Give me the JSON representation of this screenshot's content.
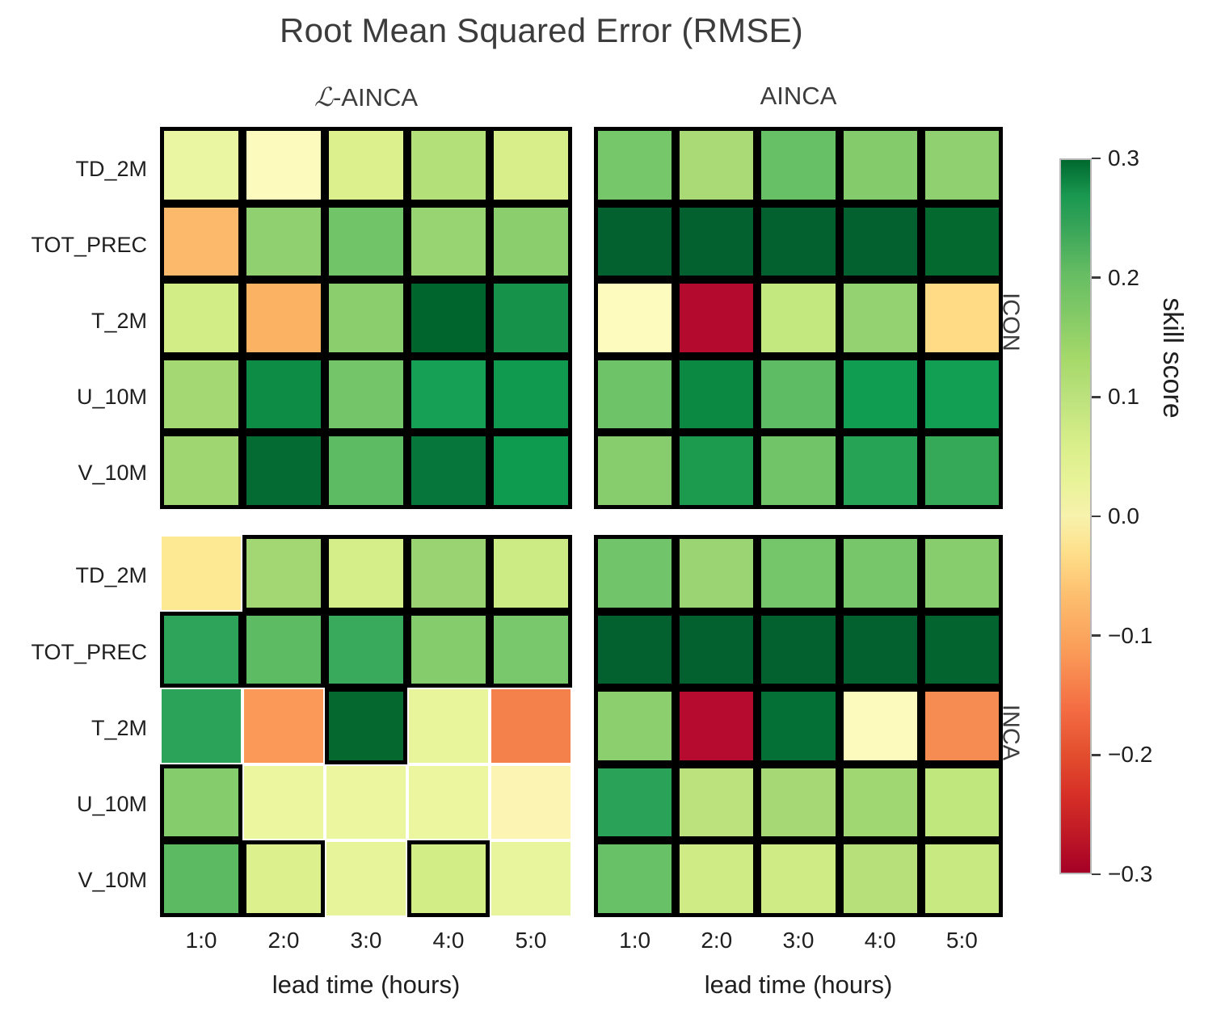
{
  "figure": {
    "suptitle": "Root Mean Squared Error (RMSE)",
    "background": "#ffffff"
  },
  "column_titles": [
    {
      "prefix_script": "ℒ",
      "label": "-AINCA",
      "full": "ℒ-AINCA"
    },
    {
      "prefix_script": "",
      "label": "AINCA",
      "full": "AINCA"
    }
  ],
  "row_group_labels": [
    "ICON",
    "INCA"
  ],
  "axes": {
    "xlabel": "lead time (hours)",
    "xticklabels": [
      "1:0",
      "2:0",
      "3:0",
      "4:0",
      "5:0"
    ],
    "yticklabels": [
      "TD_2M",
      "TOT_PREC",
      "T_2M",
      "U_10M",
      "V_10M"
    ]
  },
  "colorbar": {
    "label": "skill score",
    "ticklabels": [
      "0.3",
      "0.2",
      "0.1",
      "0.0",
      "−0.1",
      "−0.2",
      "−0.3"
    ],
    "tickvalues": [
      0.3,
      0.2,
      0.1,
      0.0,
      -0.1,
      -0.2,
      -0.3
    ],
    "vmin": -0.3,
    "vmax": 0.3,
    "cmap": "RdYlGn",
    "low_color": "#a50026",
    "mid_color": "#ffffbf",
    "high_color": "#006837"
  },
  "chart_data": {
    "type": "heatmap",
    "title": "Root Mean Squared Error (RMSE)",
    "xlabel": "lead time (hours)",
    "ylabel": "",
    "x": [
      "1:0",
      "2:0",
      "3:0",
      "4:0",
      "5:0"
    ],
    "y": [
      "TD_2M",
      "TOT_PREC",
      "T_2M",
      "U_10M",
      "V_10M"
    ],
    "colorbar_label": "skill score",
    "zlim": [
      -0.3,
      0.3
    ],
    "cmap": "RdYlGn",
    "grid": false,
    "legend": "colorbar-right",
    "note": "significance marked by thick black cell outline; non-significant cells have thin white outline",
    "panels": [
      {
        "row_group": "ICON",
        "column_title": "ℒ-AINCA",
        "values": [
          [
            0.05,
            0.025,
            0.065,
            0.115,
            0.07
          ],
          [
            -0.105,
            0.135,
            0.16,
            0.13,
            0.14
          ],
          [
            0.075,
            -0.1,
            0.14,
            0.295,
            0.235
          ],
          [
            0.12,
            0.24,
            0.15,
            0.215,
            0.23
          ],
          [
            0.125,
            0.28,
            0.165,
            0.265,
            0.24
          ]
        ],
        "significant": [
          [
            true,
            true,
            true,
            true,
            true
          ],
          [
            true,
            true,
            true,
            true,
            true
          ],
          [
            true,
            true,
            true,
            true,
            true
          ],
          [
            true,
            true,
            true,
            true,
            true
          ],
          [
            true,
            true,
            true,
            true,
            true
          ]
        ],
        "colors": [
          [
            "#eaf6a2",
            "#fcfbbd",
            "#ddf08e",
            "#b4e07a",
            "#d7ee8a"
          ],
          [
            "#fdb96b",
            "#90d070",
            "#72c469",
            "#99d472",
            "#8ace6d"
          ],
          [
            "#d2ec86",
            "#fcb263",
            "#8ace6d",
            "#00652c",
            "#16924a"
          ],
          [
            "#a3d873",
            "#0d8c45",
            "#74c56a",
            "#15a055",
            "#0f9a4f"
          ],
          [
            "#a0d672",
            "#046c33",
            "#5cbb63",
            "#06763a",
            "#0e9a4f"
          ]
        ]
      },
      {
        "row_group": "ICON",
        "column_title": "AINCA",
        "values": [
          [
            0.16,
            0.1,
            0.175,
            0.145,
            0.135
          ],
          [
            0.3,
            0.3,
            0.3,
            0.3,
            0.3
          ],
          [
            0.02,
            -0.29,
            0.075,
            0.12,
            -0.045
          ],
          [
            0.155,
            0.23,
            0.16,
            0.215,
            0.205
          ],
          [
            0.115,
            0.215,
            0.15,
            0.195,
            0.195
          ]
        ],
        "significant": [
          [
            true,
            true,
            true,
            true,
            true
          ],
          [
            true,
            true,
            true,
            true,
            true
          ],
          [
            true,
            true,
            true,
            true,
            true
          ],
          [
            true,
            true,
            true,
            true,
            true
          ],
          [
            true,
            true,
            true,
            true,
            true
          ]
        ],
        "colors": [
          [
            "#76c66a",
            "#a9da76",
            "#68c066",
            "#84cb6c",
            "#90d070"
          ],
          [
            "#03612f",
            "#03612f",
            "#03612f",
            "#03612f",
            "#04692f"
          ],
          [
            "#fdfcbe",
            "#b40a2d",
            "#c2e87f",
            "#94d271",
            "#fedb84"
          ],
          [
            "#6ec369",
            "#0b8943",
            "#5dbc64",
            "#109c51",
            "#129f53"
          ],
          [
            "#88cd6d",
            "#1c9b4f",
            "#72c469",
            "#26a355",
            "#36a959"
          ]
        ]
      },
      {
        "row_group": "INCA",
        "column_title": "ℒ-AINCA",
        "values": [
          [
            -0.03,
            0.12,
            0.07,
            0.125,
            0.075
          ],
          [
            0.19,
            0.155,
            0.185,
            0.135,
            0.14
          ],
          [
            0.195,
            -0.11,
            0.28,
            0.035,
            -0.14
          ],
          [
            0.12,
            0.03,
            0.035,
            0.03,
            0.01
          ],
          [
            0.15,
            0.055,
            0.04,
            0.065,
            0.035
          ]
        ],
        "significant": [
          [
            false,
            true,
            true,
            true,
            true
          ],
          [
            true,
            true,
            true,
            true,
            true
          ],
          [
            false,
            false,
            true,
            false,
            false
          ],
          [
            true,
            false,
            false,
            false,
            false
          ],
          [
            true,
            true,
            false,
            true,
            false
          ]
        ],
        "colors": [
          [
            "#fde893",
            "#a2d773",
            "#d6ee89",
            "#9ad472",
            "#cdeb84"
          ],
          [
            "#2ea45a",
            "#5cbb63",
            "#39aa5b",
            "#85cc6d",
            "#79c86b"
          ],
          [
            "#2ba359",
            "#fb9a58",
            "#04682f",
            "#e8f59b",
            "#f4804c"
          ],
          [
            "#85cc6d",
            "#ecf69f",
            "#ebf69e",
            "#ebf69e",
            "#fcf4b2"
          ],
          [
            "#5cba63",
            "#dcf08d",
            "#e7f49a",
            "#d2ec86",
            "#e9f59c"
          ]
        ]
      },
      {
        "row_group": "INCA",
        "column_title": "AINCA",
        "values": [
          [
            0.16,
            0.125,
            0.16,
            0.155,
            0.14
          ],
          [
            0.3,
            0.3,
            0.3,
            0.3,
            0.3
          ],
          [
            0.125,
            -0.29,
            0.265,
            0.02,
            -0.12
          ],
          [
            0.215,
            0.095,
            0.115,
            0.12,
            0.09
          ],
          [
            0.165,
            0.075,
            0.07,
            0.105,
            0.08
          ]
        ],
        "significant": [
          [
            true,
            true,
            true,
            true,
            true
          ],
          [
            true,
            true,
            true,
            true,
            true
          ],
          [
            true,
            true,
            true,
            true,
            true
          ],
          [
            true,
            true,
            true,
            true,
            true
          ],
          [
            true,
            true,
            true,
            true,
            true
          ]
        ],
        "colors": [
          [
            "#71c469",
            "#9bd473",
            "#75c56a",
            "#77c66a",
            "#87cd6d"
          ],
          [
            "#03612f",
            "#03612f",
            "#03612f",
            "#03612f",
            "#03642f"
          ],
          [
            "#8ccf6f",
            "#b60b2e",
            "#057035",
            "#fcfbbd",
            "#f78c52"
          ],
          [
            "#2aa359",
            "#bce27d",
            "#a6d975",
            "#a1d773",
            "#c0e77e"
          ],
          [
            "#69c167",
            "#cfeb85",
            "#cfeb85",
            "#b7e07b",
            "#c8e982"
          ]
        ]
      }
    ]
  }
}
